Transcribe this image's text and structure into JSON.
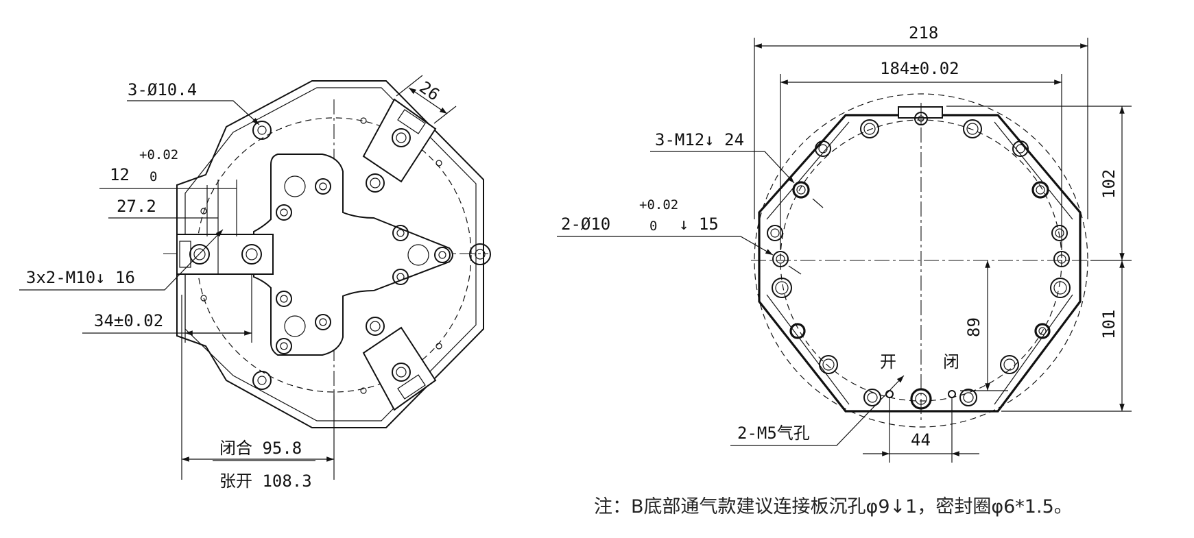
{
  "left_view": {
    "hole_callout": "3-Ø10.4",
    "width_dim": {
      "value": "12",
      "tol_upper": "+0.02",
      "tol_lower": "0"
    },
    "offset_dim": "27.2",
    "thread_callout": "3x2-M10↓ 16",
    "center_dim": "34±0.02",
    "closed_dim": "闭合 95.8",
    "open_dim": "张开 108.3",
    "jaw_width_dim": "26"
  },
  "right_view": {
    "overall_width_dim": "218",
    "inner_width_dim": "184±0.02",
    "thread_callout": "3-M12↓ 24",
    "pin_callout": {
      "prefix": "2-Ø10",
      "tol_upper": "+0.02",
      "tol_lower": "0",
      "suffix": "↓ 15"
    },
    "upper_height_dim": "102",
    "lower_height_dim": "101",
    "port_height_dim": "89",
    "port_spacing_dim": "44",
    "open_label": "开",
    "close_label": "闭",
    "air_port_callout": "2-M5气孔"
  },
  "note": "注：B底部通气款建议连接板沉孔φ9↓1，密封圈φ6*1.5。"
}
